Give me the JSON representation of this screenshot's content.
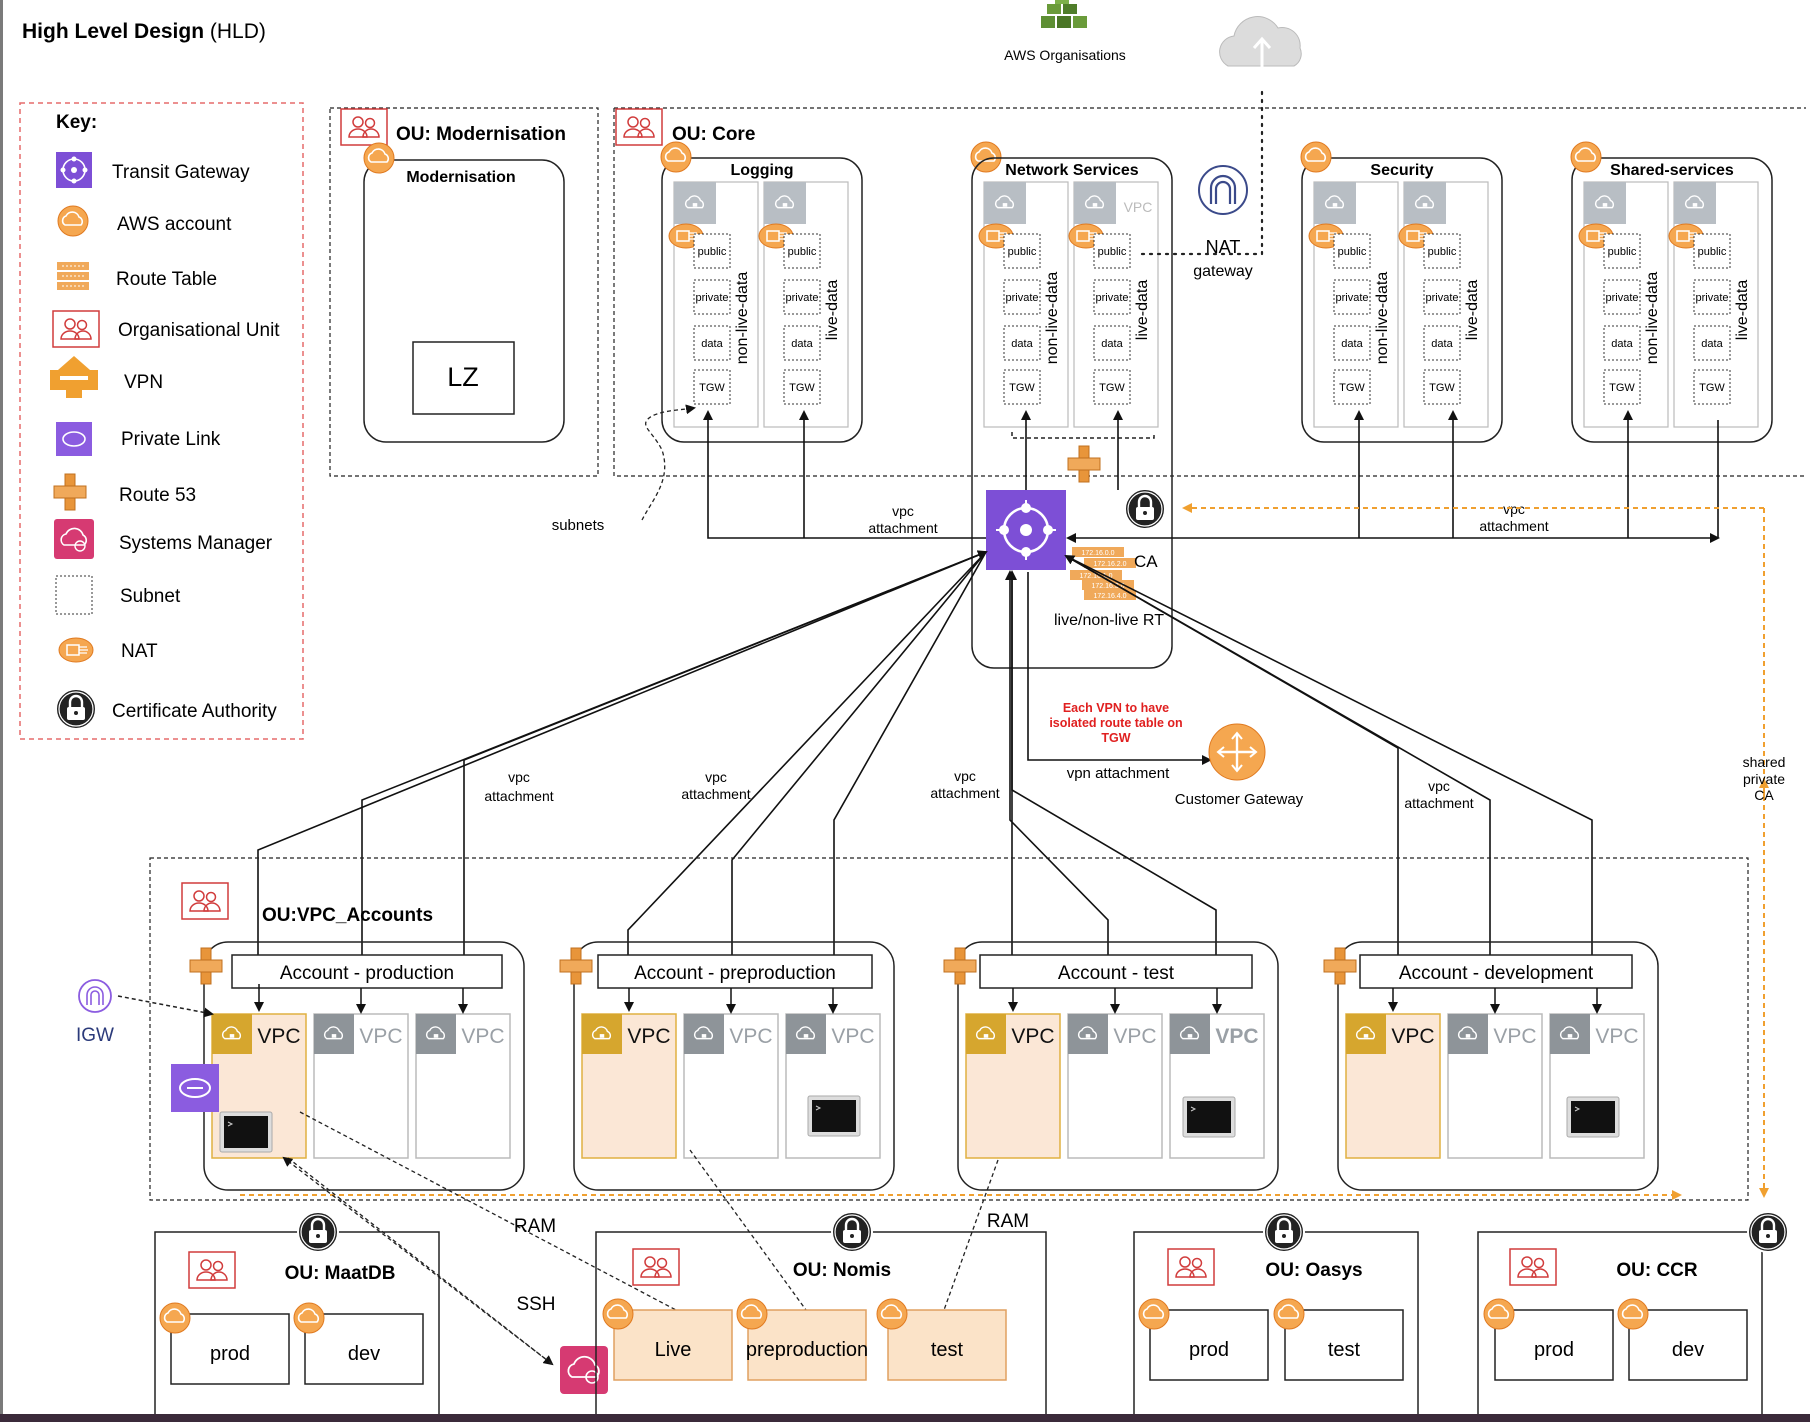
{
  "title": {
    "bold": "High Level Design",
    "normal": " (HLD)"
  },
  "org": {
    "label": "AWS Organisations"
  },
  "key": {
    "heading": "Key:",
    "items": [
      {
        "icon": "transit-gateway-icon",
        "label": "Transit Gateway"
      },
      {
        "icon": "aws-account-icon",
        "label": "AWS account"
      },
      {
        "icon": "route-table-icon",
        "label": "Route Table"
      },
      {
        "icon": "organisational-unit-icon",
        "label": "Organisational Unit"
      },
      {
        "icon": "vpn-icon",
        "label": "VPN"
      },
      {
        "icon": "private-link-icon",
        "label": "Private Link"
      },
      {
        "icon": "route-53-icon",
        "label": "Route 53"
      },
      {
        "icon": "systems-manager-icon",
        "label": "Systems Manager"
      },
      {
        "icon": "subnet-icon",
        "label": "Subnet"
      },
      {
        "icon": "nat-icon",
        "label": "NAT"
      },
      {
        "icon": "certificate-authority-icon",
        "label": "Certificate Authority"
      }
    ]
  },
  "ou_modernisation": {
    "label": "OU: Modernisation",
    "account": "Modernisation",
    "lz": "LZ"
  },
  "ou_core": {
    "label": "OU: Core",
    "accounts": [
      "Logging",
      "Network Services",
      "Security",
      "Shared-services"
    ],
    "vpc_tag": "VPC",
    "subnets": [
      "public",
      "private",
      "data",
      "TGW"
    ],
    "non_live": "non-live-data",
    "live": "live-data"
  },
  "nat_gateway": {
    "line1": "NAT",
    "line2": "gateway"
  },
  "labels": {
    "subnets": "subnets",
    "vpc": "vpc",
    "attachment": "attachment",
    "ca": "CA",
    "rt": "live/non-live RT",
    "vpn_note": [
      "Each VPN to have",
      "isolated route table on",
      "TGW"
    ],
    "vpn_attachment": "vpn attachment",
    "customer_gateway": "Customer Gateway",
    "shared_ca": [
      "shared",
      "private",
      "CA"
    ],
    "igw": "IGW",
    "ram": "RAM",
    "ssh": "SSH",
    "route_table_cells": [
      "172.16.0.0",
      "172.16.2.0",
      "172.16.1.0",
      "172.16.3.0",
      "172.16.4.0"
    ]
  },
  "ou_vpc_accounts": {
    "label": "OU:VPC_Accounts",
    "accounts": [
      "Account - production",
      "Account - preproduction",
      "Account - test",
      "Account - development"
    ],
    "vpc": "VPC"
  },
  "bottom_ous": [
    {
      "label": "OU: MaatDB",
      "accounts": [
        "prod",
        "dev"
      ]
    },
    {
      "label": "OU: Nomis",
      "accounts": [
        "Live",
        "preproduction",
        "test"
      ]
    },
    {
      "label": "OU: Oasys",
      "accounts": [
        "prod",
        "test"
      ]
    },
    {
      "label": "OU: CCR",
      "accounts": [
        "prod",
        "dev"
      ]
    }
  ]
}
